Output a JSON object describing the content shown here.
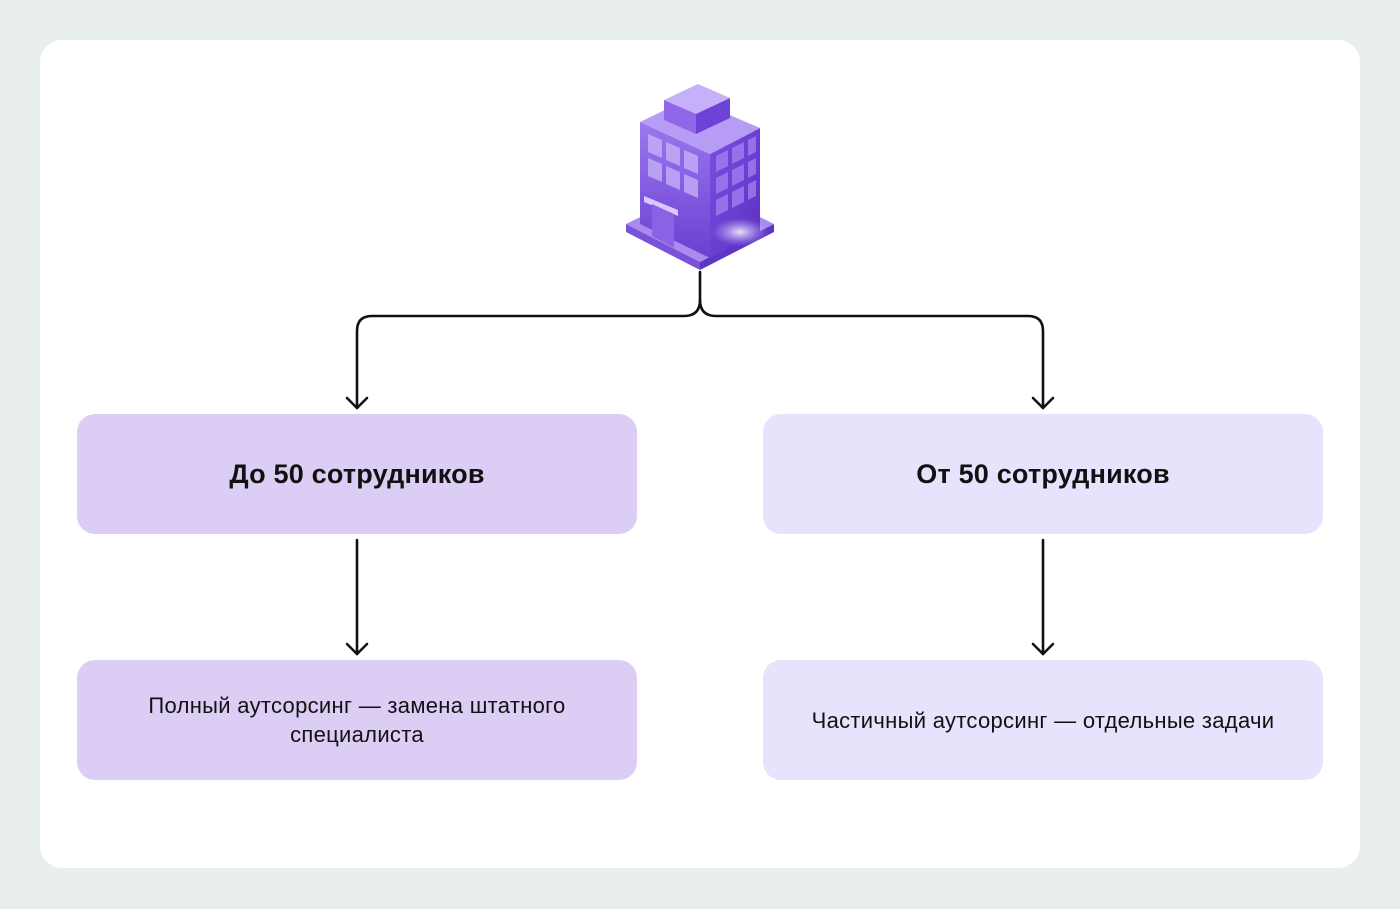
{
  "diagram": {
    "icon": "office-building-icon",
    "branches": [
      {
        "heading": "До 50 сотрудников",
        "description": "Полный аутсорсинг — замена штатного специалиста"
      },
      {
        "heading": "От 50 сотрудников",
        "description": "Частичный аутсорсинг — отдельные задачи"
      }
    ],
    "colors": {
      "page_background": "#e9efee",
      "card_background": "#ffffff",
      "box_dark": "#dccdf5",
      "box_light": "#e8e2fc",
      "building_purple": "#7a4de0",
      "line": "#111111"
    }
  }
}
